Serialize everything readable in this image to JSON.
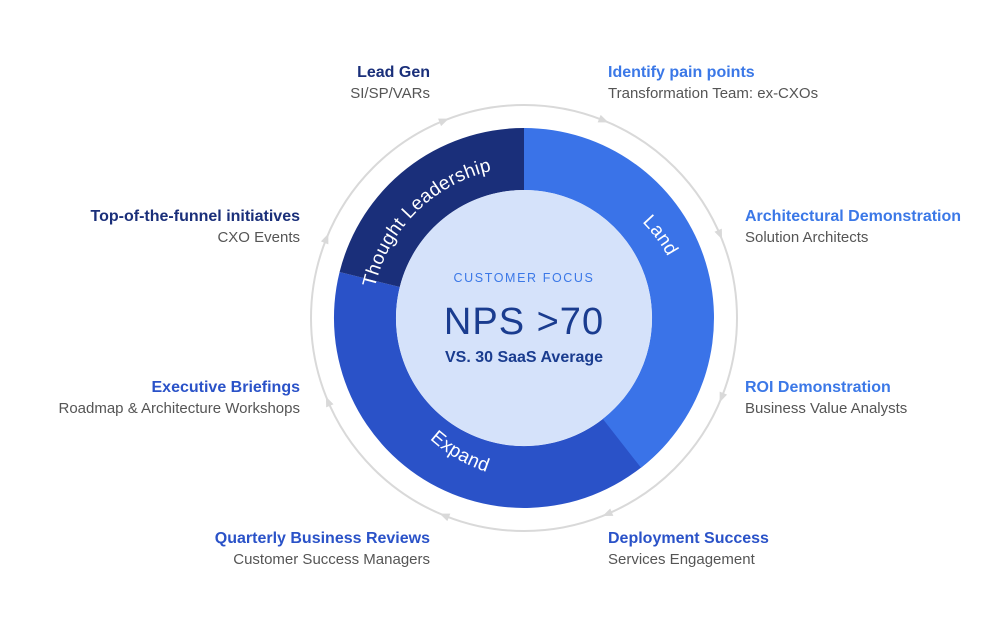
{
  "colors": {
    "dark_navy": "#1a2f7a",
    "land_blue": "#3a73e8",
    "expand_blue": "#2a52c8",
    "bright_blue": "#3b78e7",
    "center_fill": "#d5e2fa",
    "ring_gray": "#d9d9d9",
    "subtitle_gray": "#555555"
  },
  "center": {
    "kicker": "CUSTOMER FOCUS",
    "headline": "NPS >70",
    "subline": "VS. 30 SaaS Average"
  },
  "segments": [
    {
      "label": "Thought Leadership"
    },
    {
      "label": "Land"
    },
    {
      "label": "Expand"
    }
  ],
  "stages": [
    {
      "title": "Lead Gen",
      "subtitle": "SI/SP/VARs"
    },
    {
      "title": "Identify pain points",
      "subtitle": "Transformation Team: ex-CXOs"
    },
    {
      "title": "Architectural Demonstration",
      "subtitle": "Solution Architects"
    },
    {
      "title": "ROI Demonstration",
      "subtitle": "Business Value Analysts"
    },
    {
      "title": "Deployment Success",
      "subtitle": "Services Engagement"
    },
    {
      "title": "Quarterly Business Reviews",
      "subtitle": "Customer Success Managers"
    },
    {
      "title": "Executive Briefings",
      "subtitle": "Roadmap & Architecture Workshops"
    },
    {
      "title": "Top-of-the-funnel initiatives",
      "subtitle": "CXO Events"
    }
  ]
}
